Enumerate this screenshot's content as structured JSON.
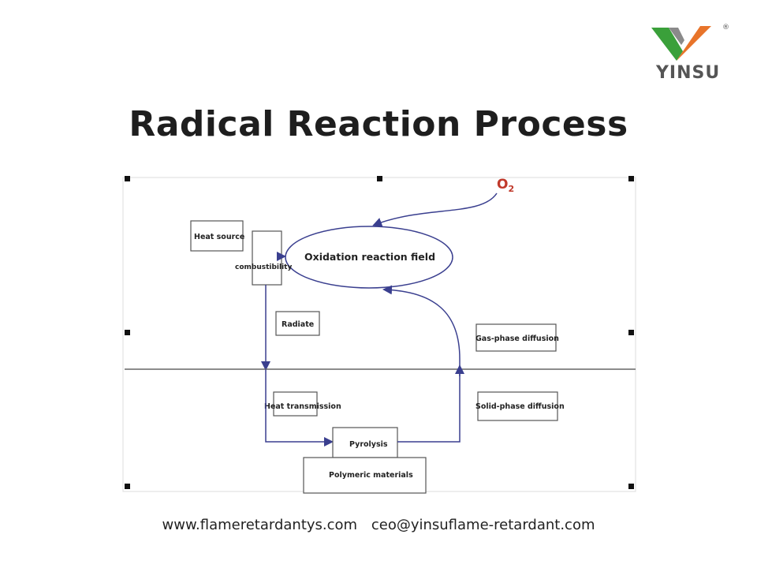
{
  "logo": {
    "brand_text": "YINSU",
    "registered_mark": "®"
  },
  "title": "Radical Reaction Process",
  "diagram": {
    "o2_label": "O",
    "o2_subscript": "2",
    "heat_source": "Heat source",
    "combustibility": "combustibility",
    "oxidation_field": "Oxidation reaction field",
    "radiate": "Radiate",
    "gas_phase": "Gas-phase diffusion",
    "heat_transmission": "Heat transmission",
    "solid_phase": "Solid-phase diffusion",
    "pyrolysis": "Pyrolysis",
    "polymeric": "Polymeric materials"
  },
  "footer": {
    "website": "www.flameretardantys.com",
    "email": "ceo@yinsuflame-retardant.com"
  },
  "colors": {
    "arrow": "#3a3f8f",
    "box": "#555555",
    "o2": "#c0392b",
    "logo_green": "#3aa03a",
    "logo_orange": "#e8742a",
    "logo_text": "#555555"
  }
}
